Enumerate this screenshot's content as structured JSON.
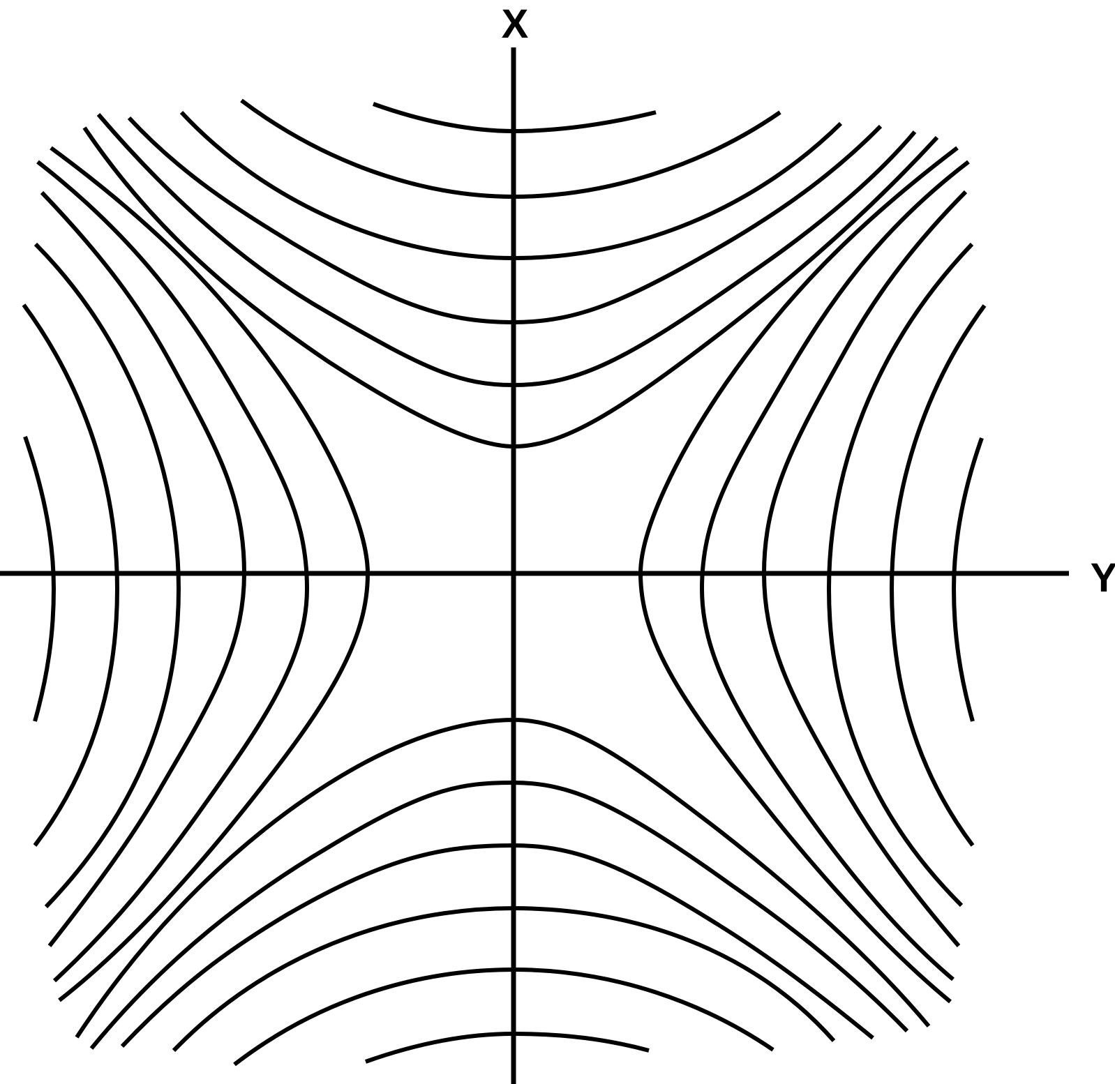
{
  "figure": {
    "type": "hyperbola-contour-diagram",
    "axis_labels": {
      "vertical": "X",
      "horizontal": "Y"
    },
    "line_color": "#000000",
    "background": "#ffffff",
    "curve_families": [
      {
        "name": "top",
        "count": 6
      },
      {
        "name": "bottom",
        "count": 6
      },
      {
        "name": "left",
        "count": 6
      },
      {
        "name": "right",
        "count": 6
      }
    ]
  }
}
